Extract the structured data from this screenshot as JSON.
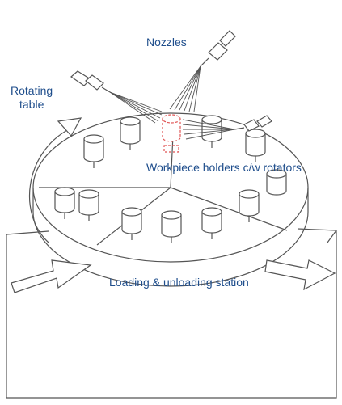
{
  "labels": {
    "nozzles": "Nozzles",
    "rotating_table_line1": "Rotating",
    "rotating_table_line2": "table",
    "workpiece_holders": "Workpiece holders c/w rotators",
    "loading_station": "Loading & unloading station"
  },
  "colors": {
    "label": "#1f4e8c",
    "line": "#555555",
    "highlight": "#e05555"
  }
}
